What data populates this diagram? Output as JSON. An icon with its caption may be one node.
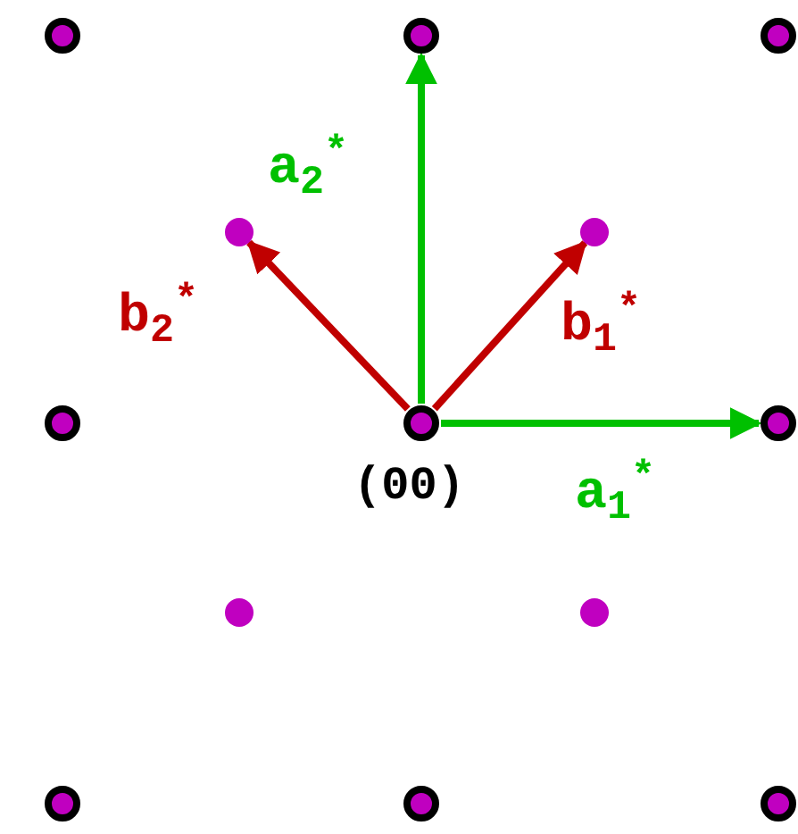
{
  "diagram": {
    "nodes": [
      {
        "text": [],
        "shape": "circle"
      },
      {
        "text": [],
        "shape": "circle"
      },
      {
        "text": [],
        "shape": "circle"
      },
      {
        "text": [],
        "shape": "circle"
      },
      {
        "text": [],
        "shape": "circle"
      },
      {
        "text": [],
        "shape": "circle"
      },
      {
        "text": [],
        "shape": "circle",
        "beside": [
          "(00)"
        ]
      },
      {
        "text": [],
        "shape": "circle"
      },
      {
        "text": [],
        "shape": "circle"
      },
      {
        "text": [],
        "shape": "circle"
      },
      {
        "text": [],
        "shape": "circle"
      },
      {
        "text": [],
        "shape": "circle"
      },
      {
        "text": [],
        "shape": "circle"
      }
    ],
    "edges": [
      {
        "from": 6,
        "to": 1,
        "arrow": "to",
        "label": "a$_{2}$$^{*}$",
        "color": "#00c000"
      },
      {
        "from": 6,
        "to": 3,
        "arrow": "to",
        "label": "b$_{2}$$^{*}$",
        "color": "#c00000"
      },
      {
        "from": 6,
        "to": 4,
        "arrow": "to",
        "label": "b$_{1}$$^{*}$",
        "color": "#c00000"
      },
      {
        "from": 6,
        "to": 7,
        "arrow": "to",
        "label": "a$_{1}$$^{*}$",
        "color": "#00c000"
      }
    ]
  }
}
